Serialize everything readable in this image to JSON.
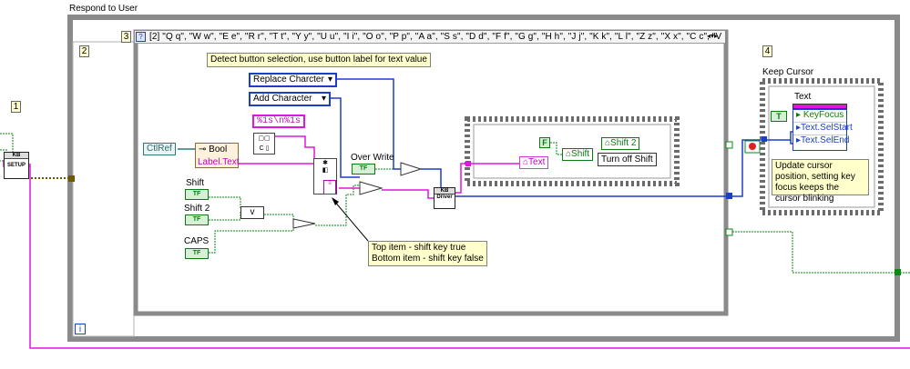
{
  "frames": {
    "respond_title": "Respond to User",
    "frame1": "1",
    "frame2": "2",
    "frame3": "3",
    "frame4": "4",
    "keep_cursor": "Keep Cursor",
    "iteration": "i"
  },
  "case_selector": "[2] \"Q q\", \"W w\", \"E e\", \"R r\", \"T t\", \"Y y\", \"U u\", \"I i\", \"O o\", \"P p\", \"A a\", \"S s\", \"D d\", \"F f\", \"G g\", \"H h\", \"J j\", \"K k\", \"L l\", \"Z z\", \"X x\", \"C c\", \"V",
  "comments": {
    "detect": "Detect button selection, use button label for text value",
    "shift_line1": "Top item - shift key true",
    "shift_line2": "Bottom item - shift key false",
    "cursor": "Update cursor position, setting key focus keeps the cursor blinking"
  },
  "constants": {
    "replace": "Replace Charcter",
    "add": "Add Character",
    "format": "%1s\\n%1s",
    "tf": "TF",
    "false_const": "F",
    "true_const": "T"
  },
  "nodes": {
    "ctlref": "CtlRef",
    "bool": "Bool",
    "label_text": "Label.Text",
    "overwrite": "Over Write",
    "shift": "Shift",
    "shift2": "Shift 2",
    "caps": "CAPS",
    "or_sym": "v",
    "text_prop": "Text",
    "shift_prop": "Shift",
    "shift2_prop": "Shift 2",
    "turn_off_shift": "Turn off Shift",
    "kb_driver_l1": "KB",
    "kb_driver_l2": "Driver",
    "kb_setup_l1": "KB",
    "kb_setup_l2": "SETUP",
    "text_ref": "Text",
    "keyfocus": "KeyFocus",
    "selstart": "Text.SelStart",
    "selend": "Text.SelEnd"
  }
}
